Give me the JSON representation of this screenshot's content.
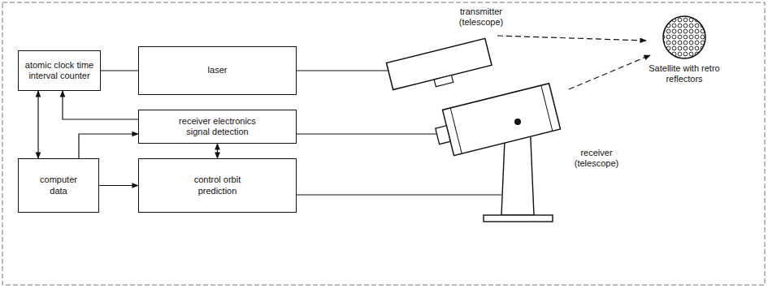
{
  "diagram": {
    "nodes": [
      {
        "text": [
          "atomic clock time interval counter"
        ]
      },
      {
        "text": [
          "laser"
        ]
      },
      {
        "text": [
          "receiver electronics signal detection"
        ]
      },
      {
        "text": [
          "computer data"
        ]
      },
      {
        "text": [
          "control orbit prediction"
        ]
      }
    ],
    "edges": [
      {
        "from": 0,
        "to": 1,
        "arrow": "none"
      },
      {
        "from": 2,
        "to": 0,
        "arrow": "to"
      },
      {
        "from": 3,
        "to": 0,
        "arrow": "both"
      },
      {
        "from": 3,
        "to": 2,
        "arrow": "to"
      },
      {
        "from": 2,
        "to": 4,
        "arrow": "both"
      },
      {
        "from": 3,
        "to": 4,
        "arrow": "to"
      }
    ],
    "labels": [
      "transmitter (telescope)",
      "receiver (telescope)",
      "Satellite with retro reflectors"
    ]
  }
}
